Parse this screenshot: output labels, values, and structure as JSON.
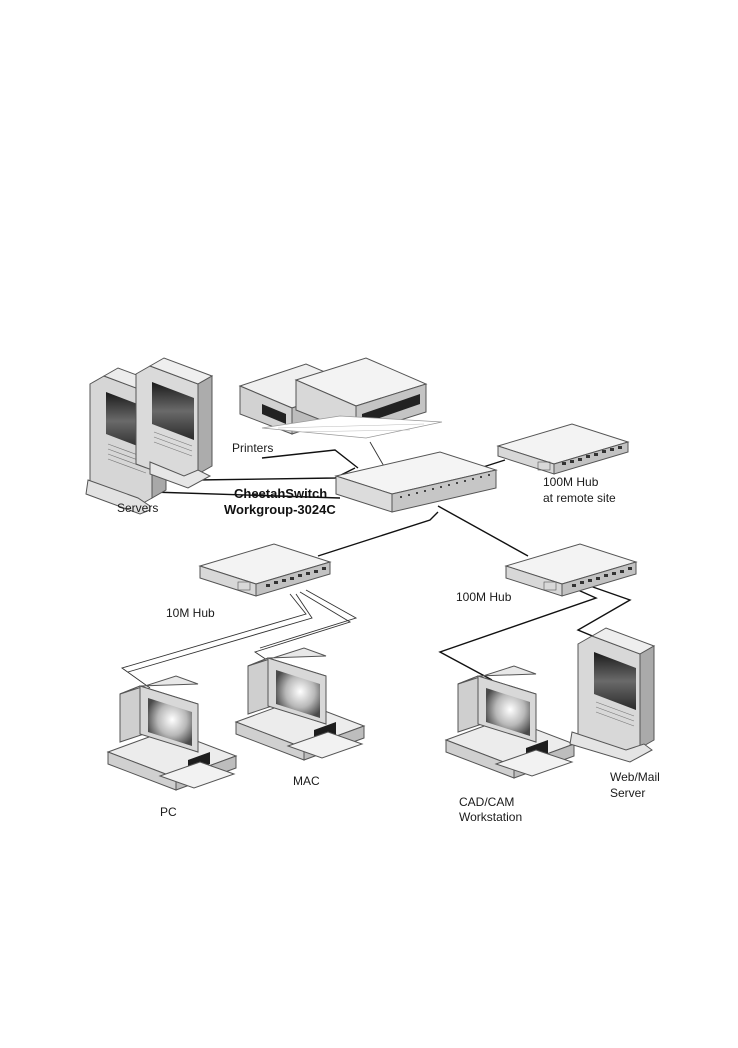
{
  "labels": {
    "printers": "Printers",
    "servers": "Servers",
    "switch_line1": "CheetahSwitch",
    "switch_line2": "Workgroup-3024C",
    "remote_hub_line1": "100M Hub",
    "remote_hub_line2": "at remote site",
    "hub_10m": "10M Hub",
    "hub_100m": "100M Hub",
    "pc": "PC",
    "mac": "MAC",
    "cad_line1": "CAD/CAM",
    "cad_line2": "Workstation",
    "web_line1": "Web/Mail",
    "web_line2": "Server"
  }
}
